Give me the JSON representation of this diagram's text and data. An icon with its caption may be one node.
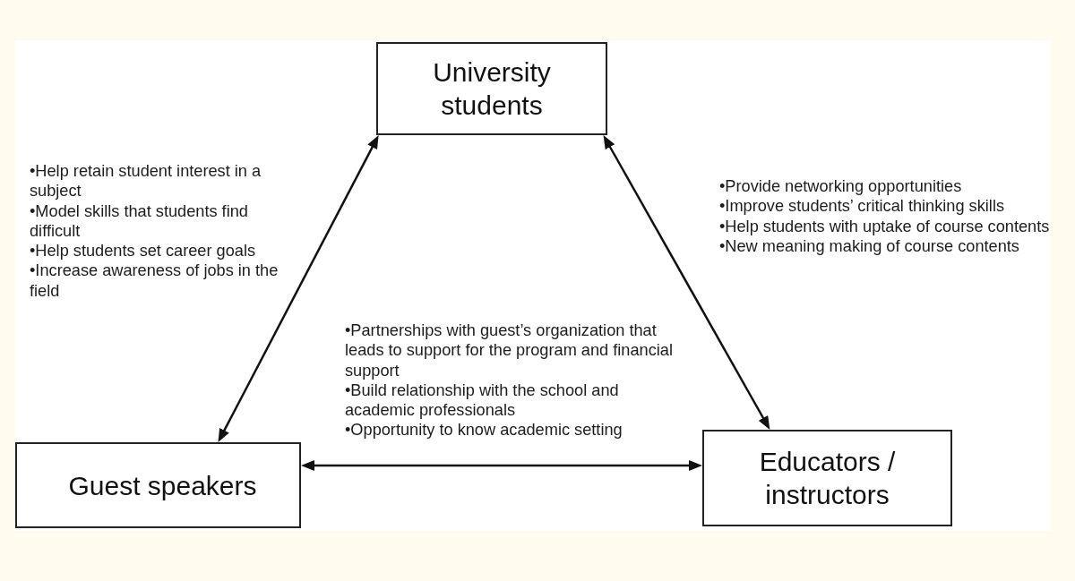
{
  "diagram": {
    "nodes": [
      {
        "text": [
          "University students"
        ]
      },
      {
        "text": [
          "Guest speakers"
        ]
      },
      {
        "text": [
          "Educators / instructors"
        ]
      }
    ],
    "edges": [
      {
        "from": 0,
        "to": 1,
        "arrow": "both"
      },
      {
        "from": 0,
        "to": 2,
        "arrow": "both"
      },
      {
        "from": 1,
        "to": 2,
        "arrow": "both"
      }
    ],
    "labels": [
      "•Help retain student interest in a subject",
      "•Model skills that students find difficult",
      "•Help students set career goals",
      "•Increase awareness of jobs in the field",
      "•Provide networking opportunities",
      "•Improve students’ critical thinking skills",
      "•Help students with uptake of course contents",
      "•New meaning making of course contents",
      "•Partnerships with guest’s organization that leads to support for the program and financial support",
      "•Build relationship with the school and academic professionals",
      "•Opportunity to know academic setting"
    ]
  }
}
